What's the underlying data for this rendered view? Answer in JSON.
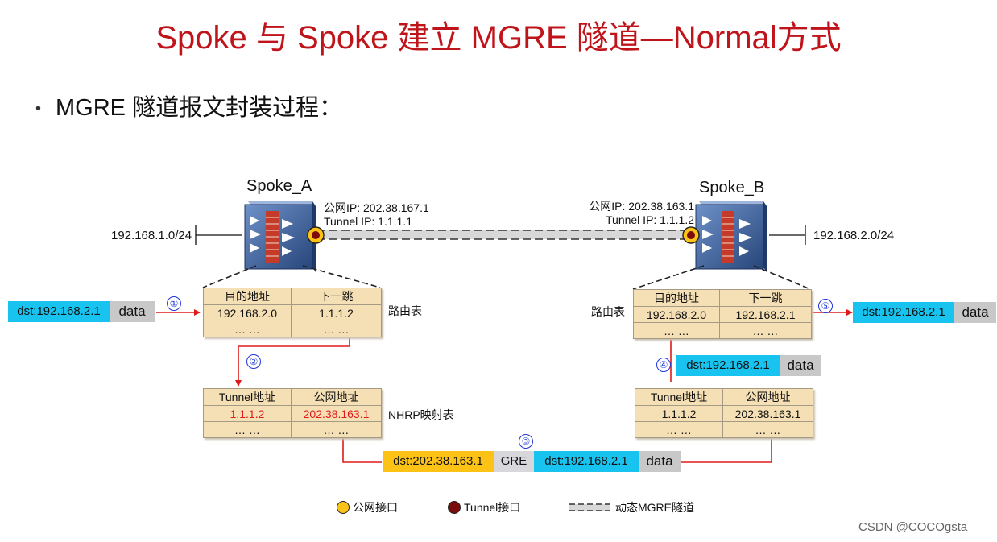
{
  "title": "Spoke 与 Spoke 建立 MGRE 隧道—Normal方式",
  "bullet": "MGRE 隧道报文封装过程：",
  "devices": {
    "spoke_a": {
      "name": "Spoke_A",
      "public_ip": "公网IP: 202.38.167.1",
      "tunnel_ip": "Tunnel IP: 1.1.1.1",
      "lan": "192.168.1.0/24"
    },
    "spoke_b": {
      "name": "Spoke_B",
      "public_ip": "公网IP: 202.38.163.1",
      "tunnel_ip": "Tunnel IP: 1.1.1.2",
      "lan": "192.168.2.0/24"
    }
  },
  "route_table_a": {
    "label": "路由表",
    "headers": [
      "目的地址",
      "下一跳"
    ],
    "rows": [
      [
        "192.168.2.0",
        "1.1.1.2"
      ],
      [
        "… …",
        "… …"
      ]
    ]
  },
  "route_table_b": {
    "label": "路由表",
    "headers": [
      "目的地址",
      "下一跳"
    ],
    "rows": [
      [
        "192.168.2.0",
        "192.168.2.1"
      ],
      [
        "… …",
        "… …"
      ]
    ]
  },
  "nhrp_table_a": {
    "label": "NHRP映射表",
    "headers": [
      "Tunnel地址",
      "公网地址"
    ],
    "rows": [
      [
        "1.1.1.2",
        "202.38.163.1"
      ],
      [
        "… …",
        "… …"
      ]
    ]
  },
  "nhrp_table_b": {
    "headers": [
      "Tunnel地址",
      "公网地址"
    ],
    "rows": [
      [
        "1.1.1.2",
        "202.38.163.1"
      ],
      [
        "… …",
        "… …"
      ]
    ]
  },
  "packets": {
    "p1": {
      "dst": "dst:192.168.2.1",
      "data": "data"
    },
    "p3": {
      "outer_dst": "dst:202.38.163.1",
      "gre": "GRE",
      "inner_dst": "dst:192.168.2.1",
      "data": "data"
    },
    "p4": {
      "dst": "dst:192.168.2.1",
      "data": "data"
    },
    "p5": {
      "dst": "dst:192.168.2.1",
      "data": "data"
    }
  },
  "steps": [
    "①",
    "②",
    "③",
    "④",
    "⑤"
  ],
  "legend": {
    "public_if": "公网接口",
    "tunnel_if": "Tunnel接口",
    "mgre_tunnel": "动态MGRE隧道"
  },
  "colors": {
    "title": "#c0141b",
    "arrow": "#e01a1a",
    "public_if": "#fcc216",
    "tunnel_if": "#7a0c0c",
    "table": "#f5dfb4",
    "packet_dst": "#18c4ef",
    "packet_outer": "#fcc216",
    "step": "#1f35d8"
  },
  "watermark": "CSDN @COCOgsta"
}
